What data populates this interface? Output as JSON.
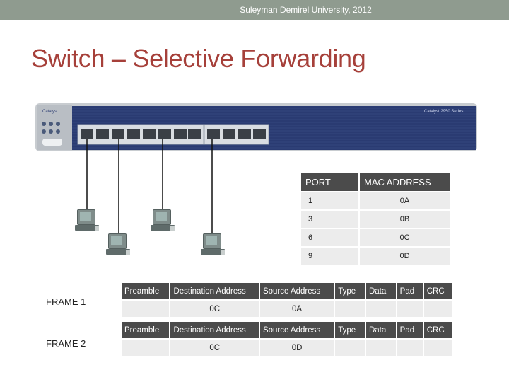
{
  "header": {
    "text": "Suleyman Demirel University, 2012"
  },
  "slide_title": "Switch – Selective Forwarding",
  "switch": {
    "left_label": "Catalyst",
    "right_label": "Catalyst 2950 Series"
  },
  "mac_table": {
    "headers": [
      "PORT",
      "MAC ADDRESS"
    ],
    "rows": [
      {
        "port": "1",
        "mac": "0A"
      },
      {
        "port": "3",
        "mac": "0B"
      },
      {
        "port": "6",
        "mac": "0C"
      },
      {
        "port": "9",
        "mac": "0D"
      }
    ]
  },
  "frames": {
    "headers": [
      "Preamble",
      "Destination Address",
      "Source Address",
      "Type",
      "Data",
      "Pad",
      "CRC"
    ],
    "items": [
      {
        "label": "FRAME 1",
        "destination": "0C",
        "source": "0A"
      },
      {
        "label": "FRAME 2",
        "destination": "0C",
        "source": "0D"
      }
    ]
  }
}
